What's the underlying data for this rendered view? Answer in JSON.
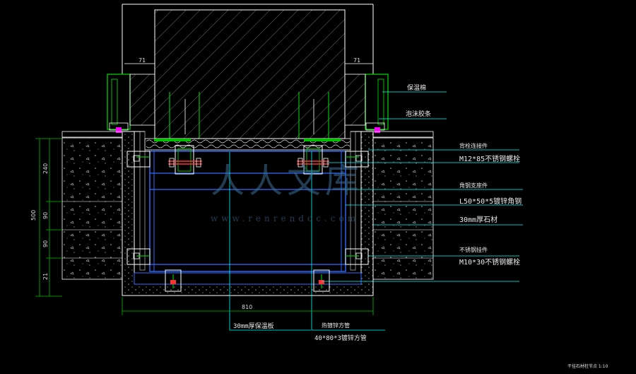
{
  "drawing": {
    "colors": {
      "background": "#000000",
      "outline": "#ffffff",
      "steel": "#2f6cff",
      "leader": "#00ffff",
      "bracket": "#00c000",
      "bolt": "#ff3030",
      "accent": "#ff00ff",
      "watermark": "#3f6f95"
    },
    "labels": {
      "insulation": "保温棉",
      "sealant": "泡沫胶条",
      "backing_bolt": "背栓连接件",
      "bolt_m12": "M12*85不锈钢螺栓",
      "angle_steel_name": "角钢支座件",
      "angle_steel_spec": "L50*50*5镀锌角钢",
      "stone_30": "30mm厚石材",
      "ss_hanger": "不锈钢挂件",
      "bolt_m10": "M10*30不锈钢螺栓",
      "stone_30_bottom": "30mm厚保温板",
      "tube_name": "热镀锌方管",
      "tube_spec": "40*80*3镀锌方管"
    },
    "dimensions": {
      "top_left": "71",
      "top_right": "71",
      "total_height": "500",
      "seg_1": "240",
      "seg_2": "90",
      "seg_3": "90",
      "seg_4": "21",
      "width": "810"
    },
    "watermark": {
      "main": "人人文库",
      "sub": "www.renrendoc.com"
    },
    "caption": "干挂石材柱节点 1:10"
  }
}
